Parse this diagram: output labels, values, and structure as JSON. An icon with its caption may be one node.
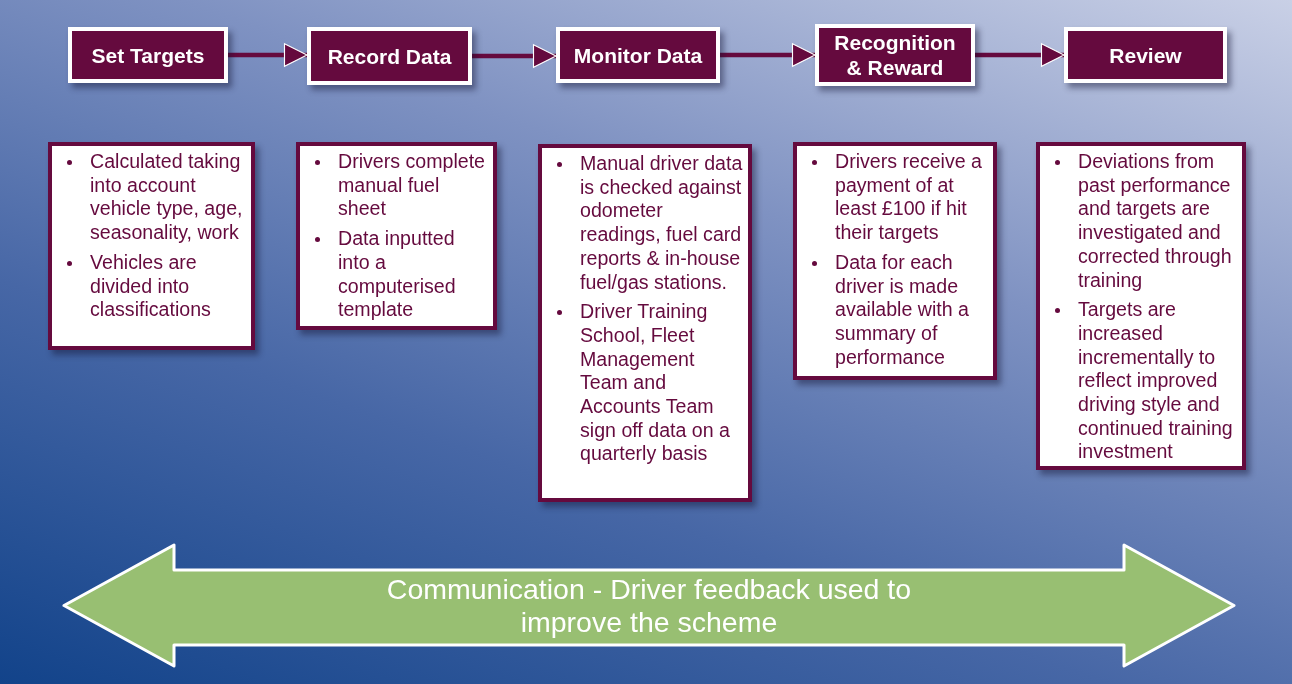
{
  "diagram": {
    "nodes": [
      {
        "text": [
          "Set Targets"
        ]
      },
      {
        "text": [
          "Record Data"
        ]
      },
      {
        "text": [
          "Monitor Data"
        ]
      },
      {
        "text": [
          "Recognition & Reward"
        ]
      },
      {
        "text": [
          "Review"
        ]
      },
      {
        "text": [
          "Calculated taking into account vehicle type, age, seasonality, work",
          "Vehicles are divided into classifications"
        ]
      },
      {
        "text": [
          "Drivers complete manual fuel sheet",
          "Data inputted into a computerised template"
        ]
      },
      {
        "text": [
          "Manual driver data is checked against odometer readings, fuel card reports & in-house fuel/gas stations.",
          "Driver Training School, Fleet Management Team and Accounts Team sign off data on a quarterly basis"
        ]
      },
      {
        "text": [
          "Drivers receive a payment of at least £100 if hit their targets",
          "Data for each driver is made available with a summary of performance"
        ]
      },
      {
        "text": [
          "Deviations from past performance and targets are investigated and corrected through training",
          "Targets are increased incrementally to reflect improved driving style and continued training investment"
        ]
      },
      {
        "text": [
          "Communication - Driver feedback used to improve the scheme"
        ]
      }
    ],
    "edges": [
      {
        "from": 0,
        "to": 1,
        "arrow": "to"
      },
      {
        "from": 1,
        "to": 2,
        "arrow": "to"
      },
      {
        "from": 2,
        "to": 3,
        "arrow": "to"
      },
      {
        "from": 3,
        "to": 4,
        "arrow": "to"
      }
    ]
  }
}
